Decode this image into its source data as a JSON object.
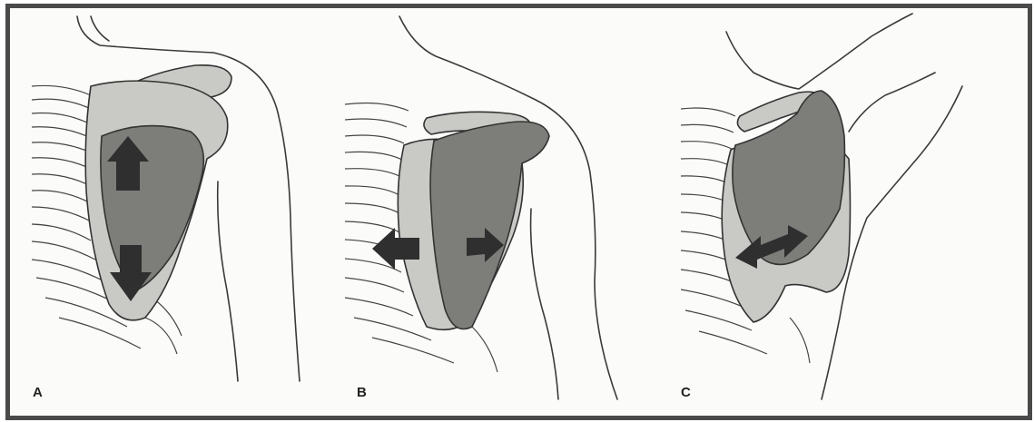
{
  "figure": {
    "panels": [
      {
        "id": "A",
        "label": "A",
        "motion": "elevation-depression"
      },
      {
        "id": "B",
        "label": "B",
        "motion": "protraction-retraction"
      },
      {
        "id": "C",
        "label": "C",
        "motion": "upward-downward-rotation"
      }
    ],
    "colors": {
      "border": "#4a4a4a",
      "outline": "#3a3a3a",
      "light_bone": "#c9c9c6",
      "dark_bone": "#7d7d7a",
      "arrow": "#2f2f2f"
    },
    "icons": [
      "up-arrow-icon",
      "down-arrow-icon",
      "left-arrow-icon",
      "right-arrow-icon",
      "double-arrow-icon"
    ]
  }
}
